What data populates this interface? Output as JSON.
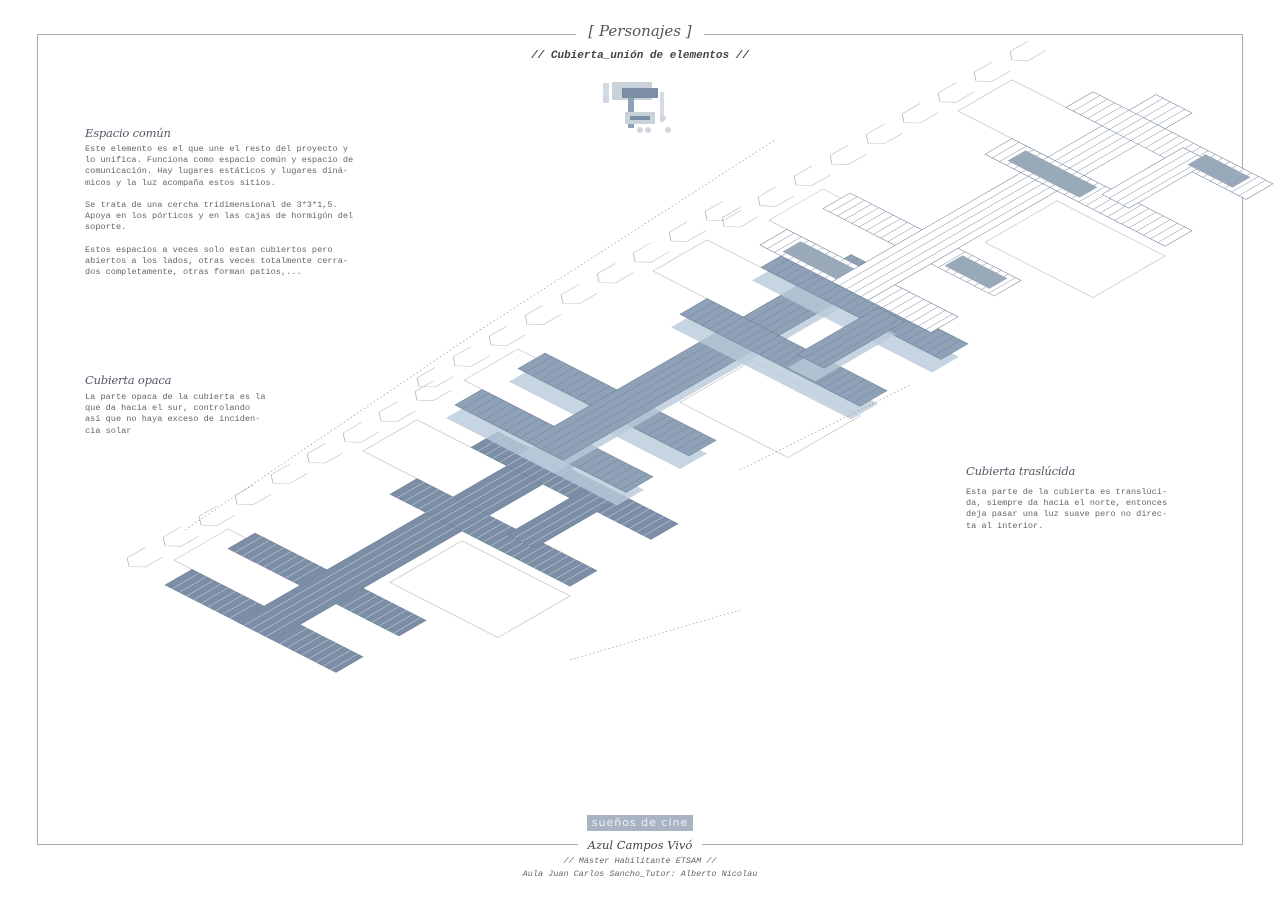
{
  "header": {
    "title": "[ Personajes ]",
    "subtitle": "// Cubierta_unión de elementos //"
  },
  "sections": [
    {
      "heading": "Espacio común",
      "body": "Este elemento es el que une el resto del proyecto y\nlo unifica. Funciona como espacio común y espacio de\ncomunicación. Hay lugares estáticos y lugares diná-\nmicos y la luz acompaña estos sitios.\n\nSe trata de una cercha tridimensional de 3*3*1,5.\nApoya en los pórticos y en las cajas de hormigón del\nsoporte.\n\nEstos espacios a veces solo estan cubiertos pero\nabiertos a los lados, otras veces totalmente cerra-\ndos completamente, otras forman patios,..."
    },
    {
      "heading": "Cubierta opaca",
      "body": "La parte opaca de la cubierta es la\nque da hacia el sur, controlando\nasí que no haya exceso de inciden-\ncia solar"
    },
    {
      "heading": "Cubierta traslúcida",
      "body": "Esta parte de la cubierta es translúci-\nda, siempre da hacia el norte, entonces\ndeja pasar una luz suave pero no direc-\nta al interior."
    }
  ],
  "footer": {
    "logo": "sueños de cine",
    "author": "Azul Campos Vivó",
    "program": "// Máster Habilitante ETSAM //",
    "credits": "Aula Juan Carlos Sancho_Tutor: Alberto Nicolau"
  },
  "colors": {
    "opaque": "#7b8ea6",
    "shadow": "#b9c9da",
    "line": "#b0b0b0"
  }
}
